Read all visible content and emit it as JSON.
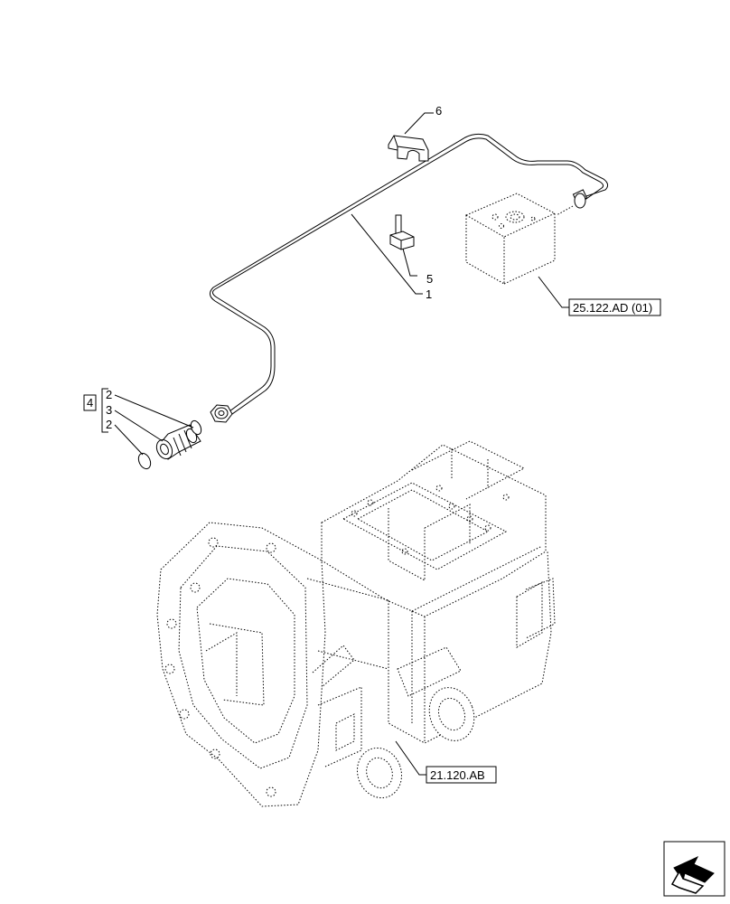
{
  "callouts": {
    "c1": "1",
    "c2a": "2",
    "c2b": "2",
    "c3": "3",
    "c4": "4",
    "c5": "5",
    "c6": "6"
  },
  "references": {
    "ref_valve": "25.122.AD (01)",
    "ref_housing": "21.120.AB"
  },
  "icons": {
    "nav": "next-page-arrow-icon"
  }
}
